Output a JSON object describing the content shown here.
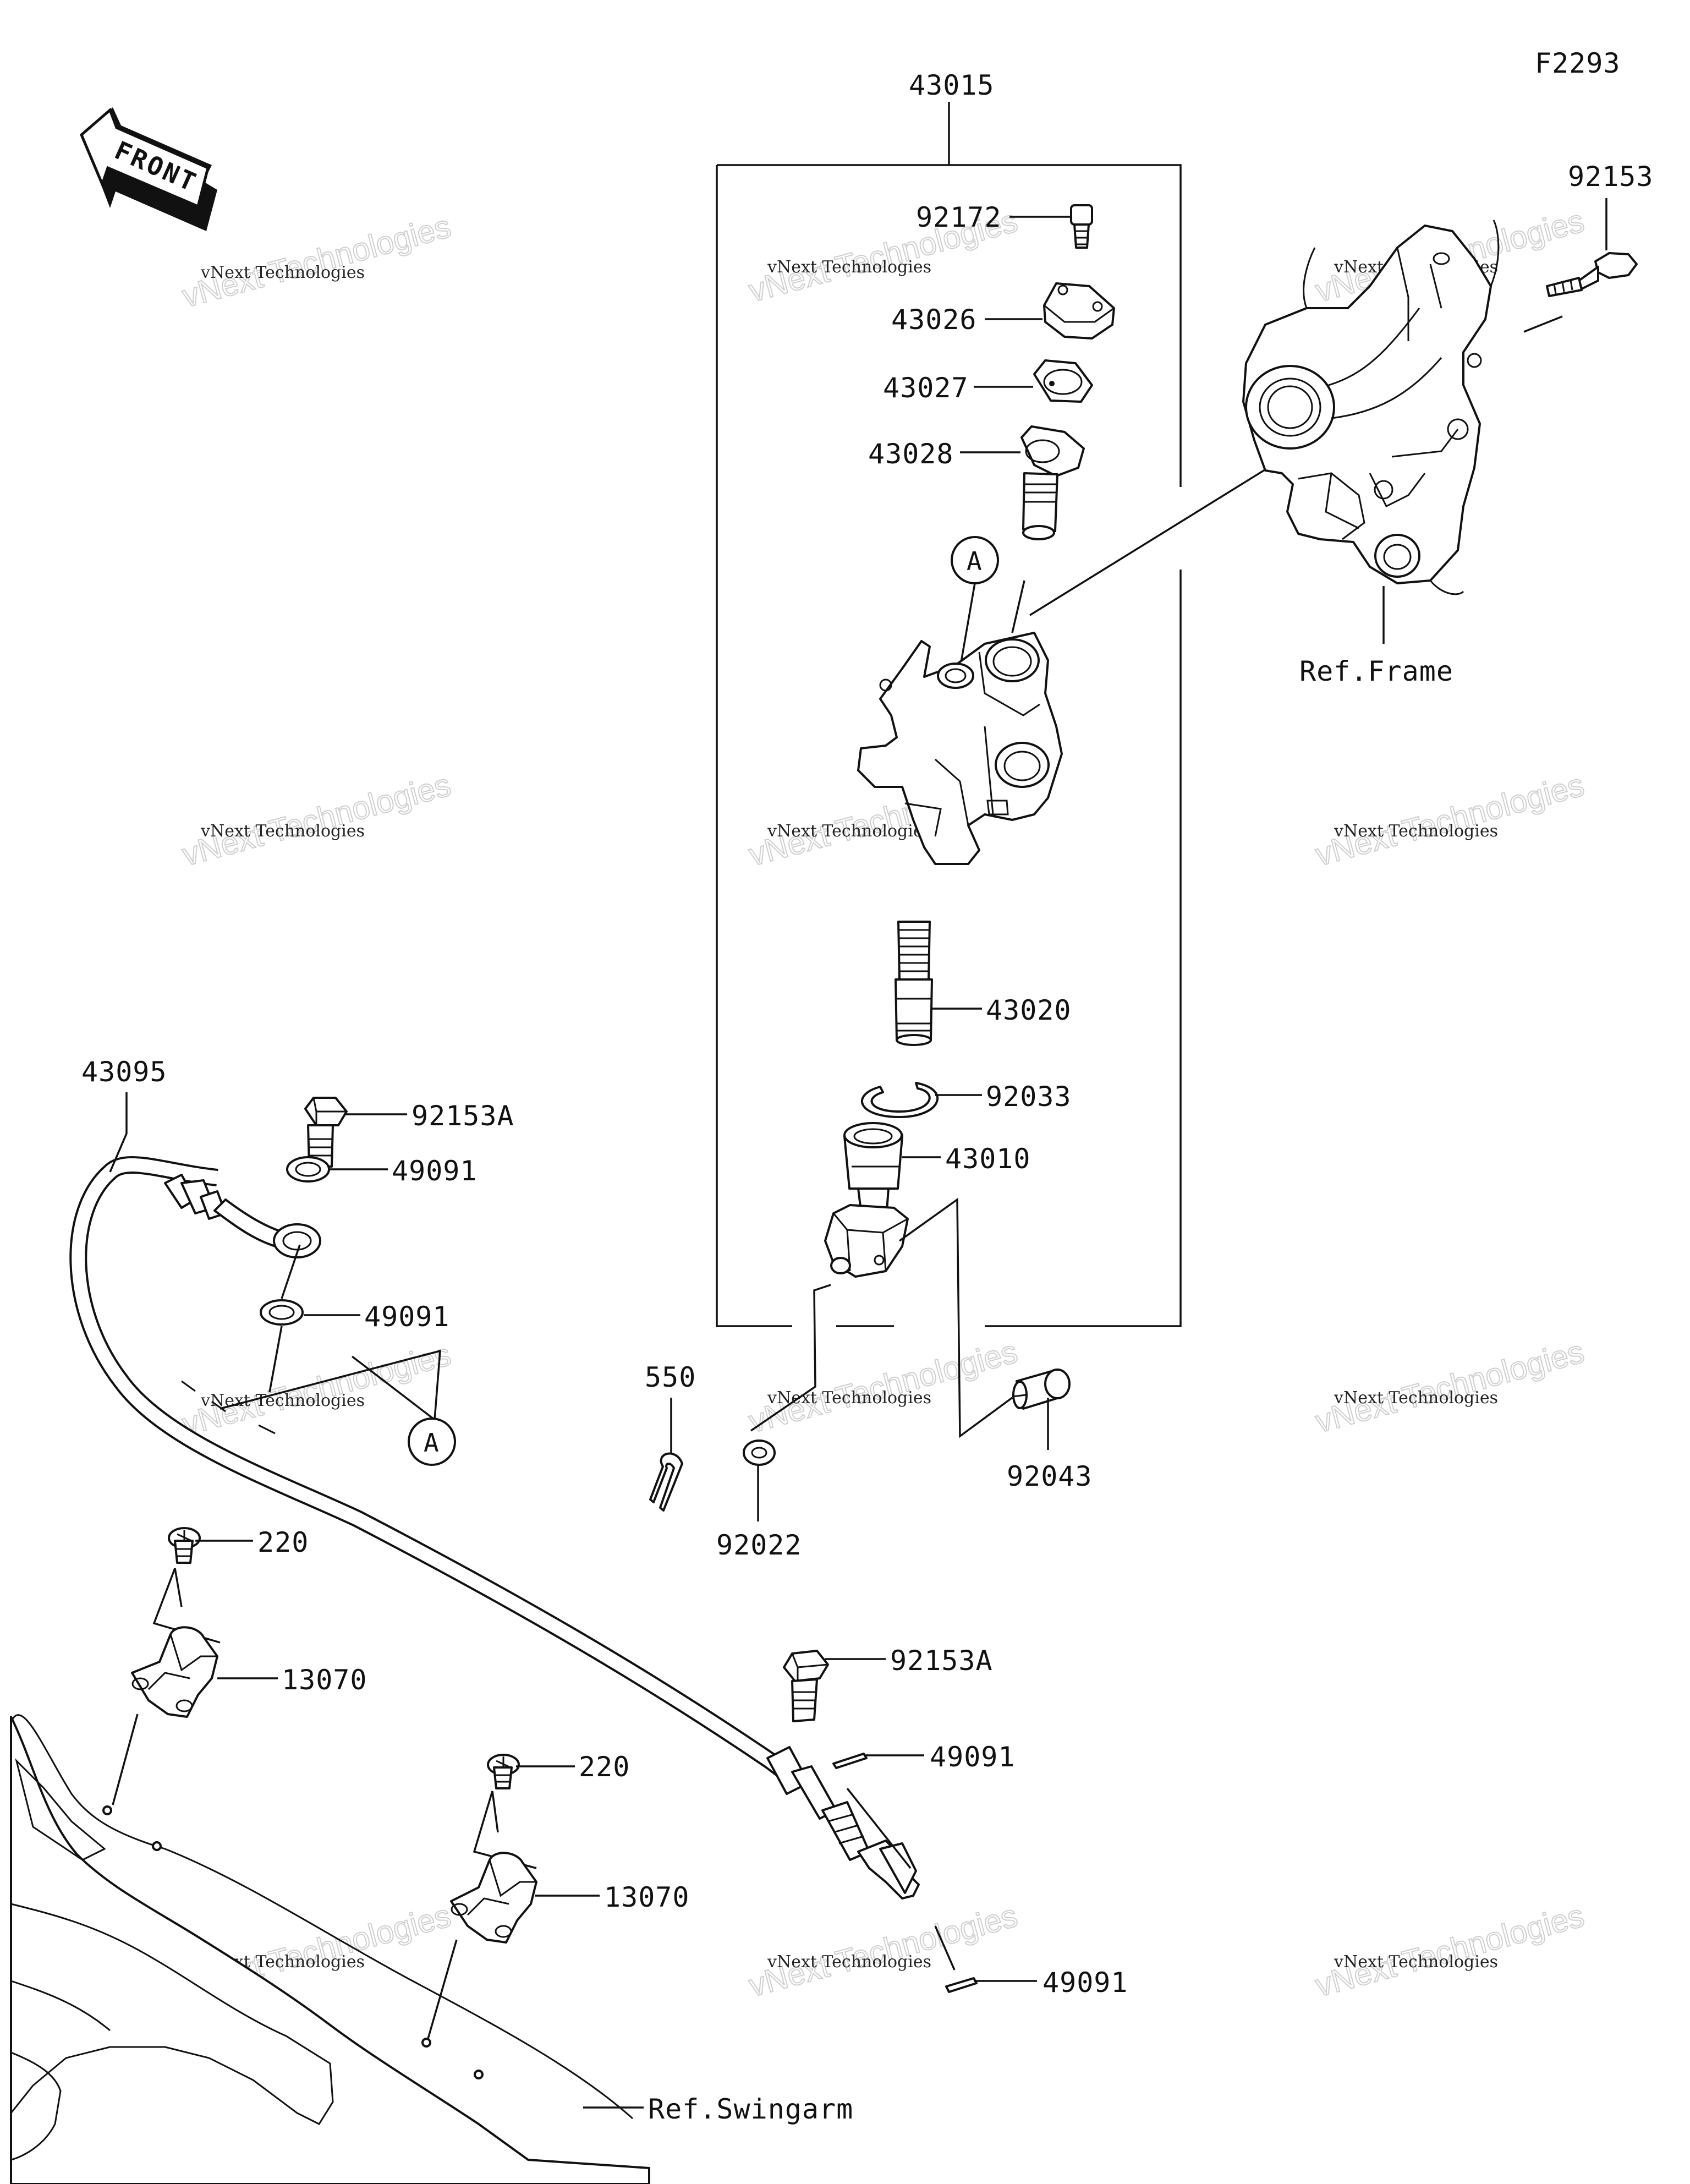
{
  "diagram_code": "F2293",
  "front_arrow_label": "FRONT",
  "callout_marker": "A",
  "references": {
    "frame": "Ref.Frame",
    "swingarm": "Ref.Swingarm"
  },
  "watermark": {
    "line1": "vNext Technologies",
    "line2": "vNext Technologies"
  },
  "labels": {
    "assembly": "43015",
    "bolt_top": "92172",
    "reservoir_cap": "43026",
    "diaphragm": "43027",
    "reservoir": "43028",
    "frame_bolt": "92153",
    "piston_kit": "43020",
    "circlip": "92033",
    "push_rod": "43010",
    "cotter_pin": "550",
    "washer": "92022",
    "pin": "92043",
    "brake_hose": "43095",
    "banjo_bolt_upper": "92153A",
    "gasket_1": "49091",
    "gasket_2": "49091",
    "screw_1": "220",
    "guide_1": "13070",
    "screw_2": "220",
    "guide_2": "13070",
    "banjo_bolt_lower": "92153A",
    "gasket_3": "49091",
    "gasket_4": "49091"
  }
}
